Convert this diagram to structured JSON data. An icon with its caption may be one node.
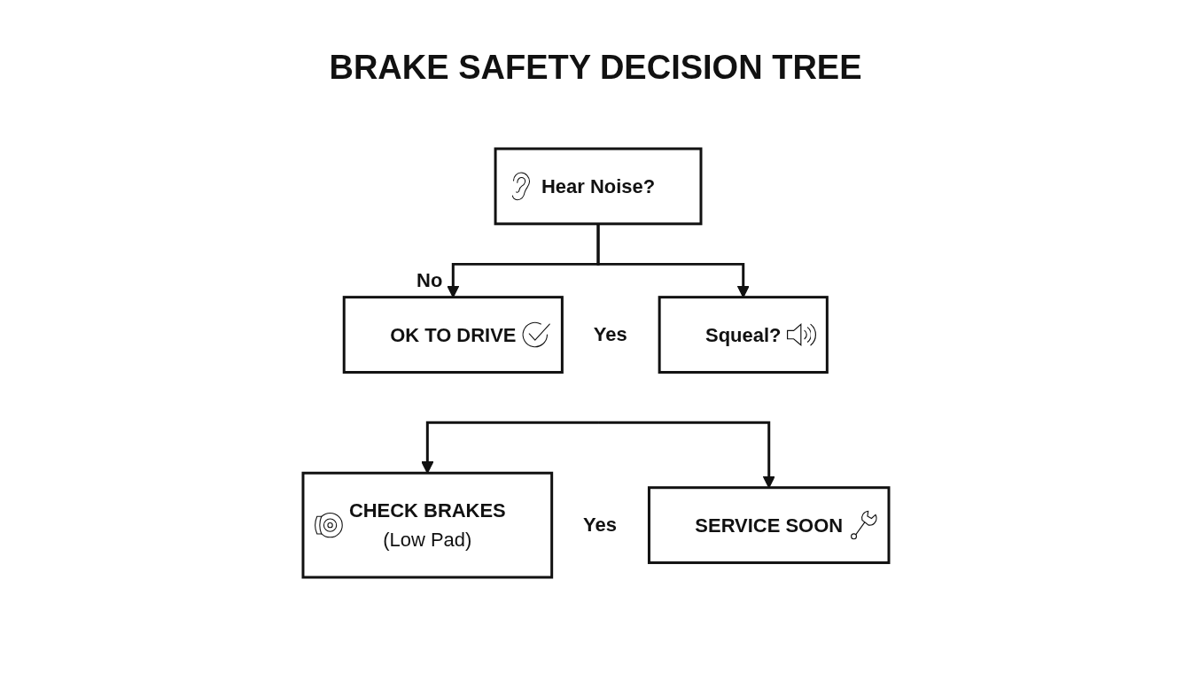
{
  "diagram": {
    "title": "BRAKE SAFETY DECISION TREE",
    "nodes": [
      {
        "text": [
          "Hear Noise?"
        ]
      },
      {
        "text": [
          "OK TO DRIVE"
        ]
      },
      {
        "text": [
          "Squeal?"
        ]
      },
      {
        "text": [
          "CHECK BRAKES",
          "(Low Pad)"
        ]
      },
      {
        "text": [
          "SERVICE SOON"
        ]
      }
    ],
    "edges": [
      {
        "from": 0,
        "to": 1,
        "arrow": "to",
        "label": "No"
      },
      {
        "from": 0,
        "to": 2,
        "arrow": "to"
      },
      {
        "from": null,
        "to": 3,
        "arrow": "to"
      },
      {
        "from": null,
        "to": 4,
        "arrow": "to"
      }
    ],
    "labels": [
      "Yes",
      "Yes"
    ]
  }
}
